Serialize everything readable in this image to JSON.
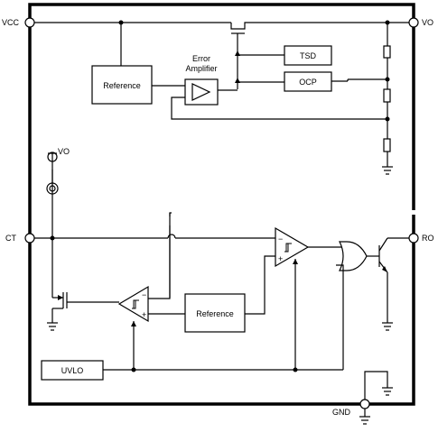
{
  "pins": {
    "vcc": "VCC",
    "vo": "VO",
    "ct": "CT",
    "ro": "RO",
    "gnd": "GND"
  },
  "blocks": {
    "reference_top": "Reference",
    "error_amplifier_line1": "Error",
    "error_amplifier_line2": "Amplifier",
    "tsd": "TSD",
    "ocp": "OCP",
    "reference_bottom": "Reference",
    "uvlo": "UVLO"
  },
  "labels": {
    "vo_source": "VO"
  }
}
